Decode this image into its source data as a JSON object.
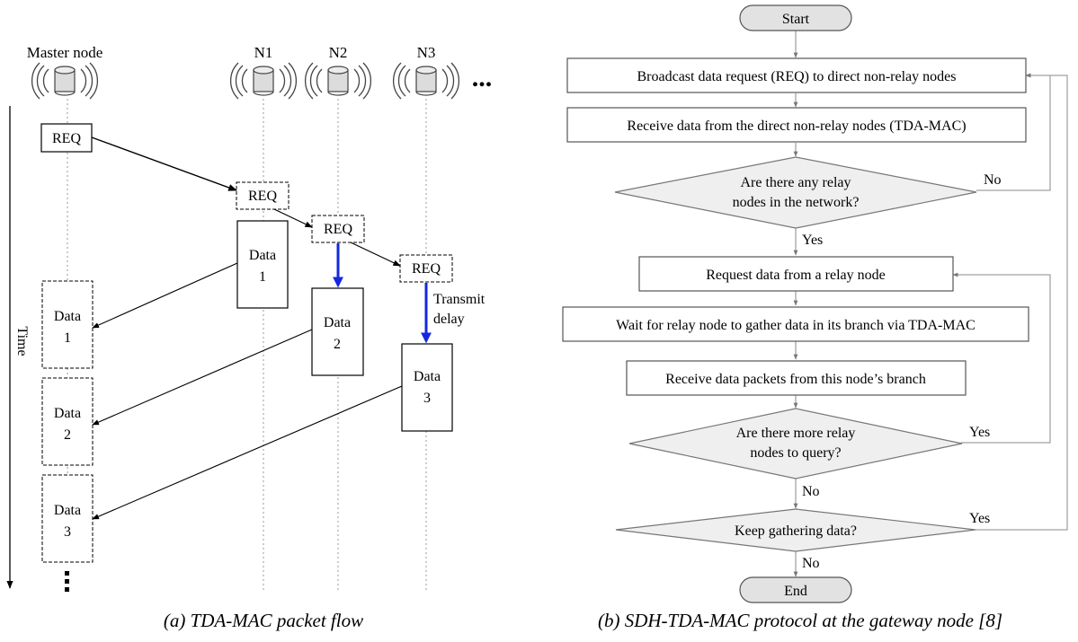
{
  "left_panel": {
    "nodes": {
      "master": "Master node",
      "n1": "N1",
      "n2": "N2",
      "n3": "N3",
      "more": "..."
    },
    "time_label": "Time",
    "packets": {
      "req_master": "REQ",
      "req_n1": "REQ",
      "req_n2": "REQ",
      "req_n3": "REQ",
      "data_n1": [
        "Data",
        "1"
      ],
      "data_n2": [
        "Data",
        "2"
      ],
      "data_n3": [
        "Data",
        "3"
      ],
      "data_m1": [
        "Data",
        "1"
      ],
      "data_m2": [
        "Data",
        "2"
      ],
      "data_m3": [
        "Data",
        "3"
      ]
    },
    "transmit_delay": [
      "Transmit",
      "delay"
    ],
    "caption": "(a) TDA-MAC packet flow"
  },
  "right_panel": {
    "start": "Start",
    "end": "End",
    "steps": [
      "Broadcast data request (REQ) to direct non-relay nodes",
      "Receive data from the direct non-relay nodes (TDA-MAC)",
      "Request data from a relay node",
      "Wait for relay node to gather data in its branch via TDA-MAC",
      "Receive data packets from this node’s branch"
    ],
    "decisions": [
      [
        "Are there any relay",
        "nodes in the network?"
      ],
      [
        "Are there more relay",
        "nodes to query?"
      ],
      [
        "Keep gathering data?"
      ]
    ],
    "yes": "Yes",
    "no": "No",
    "caption": "(b) SDH-TDA-MAC protocol at the gateway node [8]"
  }
}
